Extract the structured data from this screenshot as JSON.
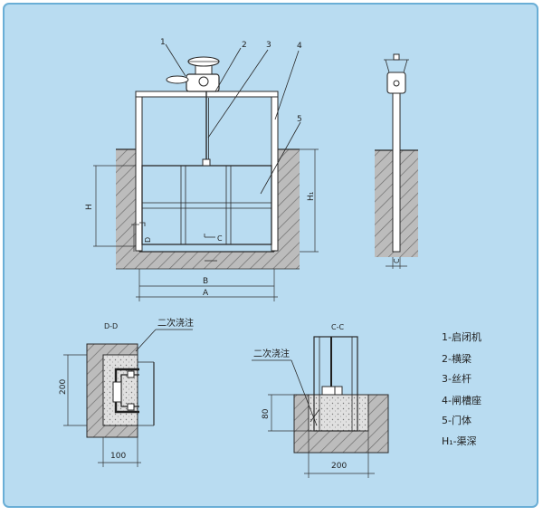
{
  "colors": {
    "background": "#b9dcf1",
    "border": "#6aaed6",
    "frame": "#ffffff",
    "line": "#2a2a2a",
    "soil": "#a9a9a9",
    "concrete": "#d7d7d7"
  },
  "callouts": [
    "1",
    "2",
    "3",
    "4",
    "5"
  ],
  "main_view": {
    "dim_H": "H",
    "dim_H1": "H₁",
    "dim_B": "B",
    "dim_A": "A",
    "dim_D": "D",
    "cut_C": "C"
  },
  "side_view": {
    "dim_C": "C"
  },
  "section_dd": {
    "title": "D-D",
    "grout_label": "二次浇注",
    "dim_height": "200",
    "dim_width": "100"
  },
  "section_cc": {
    "title": "C-C",
    "grout_label": "二次浇注",
    "dim_height": "80",
    "dim_width": "200"
  },
  "legend": [
    "1-启闭机",
    "2-横梁",
    "3-丝杆",
    "4-闸槽座",
    "5-门体",
    "H₁-渠深"
  ]
}
